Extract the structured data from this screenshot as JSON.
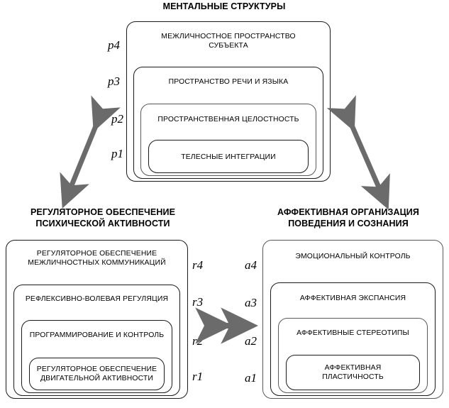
{
  "groups": {
    "mental": {
      "title": "МЕНТАЛЬНЫЕ СТРУКТУРЫ",
      "levels": [
        {
          "index": "p4",
          "label": "МЕЖЛИЧНОСТНОЕ ПРОСТРАНСТВО\nСУБЪЕКТА"
        },
        {
          "index": "p3",
          "label": "ПРОСТРАНСТВО РЕЧИ И ЯЗЫКА"
        },
        {
          "index": "p2",
          "label": "ПРОСТРАНСТВЕННАЯ ЦЕЛОСТНОСТЬ"
        },
        {
          "index": "p1",
          "label": "ТЕЛЕСНЫЕ ИНТЕГРАЦИИ"
        }
      ]
    },
    "regulatory": {
      "title": "РЕГУЛЯТОРНОЕ ОБЕСПЕЧЕНИЕ\nПСИХИЧЕСКОЙ АКТИВНОСТИ",
      "levels": [
        {
          "index": "r4",
          "label": "РЕГУЛЯТОРНОЕ ОБЕСПЕЧЕНИЕ\nМЕЖЛИЧНОСТНЫХ КОММУНИКАЦИЙ"
        },
        {
          "index": "r3",
          "label": "РЕФЛЕКСИВНО-ВОЛЕВАЯ  РЕГУЛЯЦИЯ"
        },
        {
          "index": "r2",
          "label": "ПРОГРАММИРОВАНИЕ И КОНТРОЛЬ"
        },
        {
          "index": "r1",
          "label": "РЕГУЛЯТОРНОЕ ОБЕСПЕЧЕНИЕ\nДВИГАТЕЛЬНОЙ АКТИВНОСТИ"
        }
      ]
    },
    "affective": {
      "title": "АФФЕКТИВНАЯ ОРГАНИЗАЦИЯ\nПОВЕДЕНИЯ И СОЗНАНИЯ",
      "levels": [
        {
          "index": "a4",
          "label": "ЭМОЦИОНАЛЬНЫЙ КОНТРОЛЬ"
        },
        {
          "index": "a3",
          "label": "АФФЕКТИВНАЯ ЭКСПАНСИЯ"
        },
        {
          "index": "a2",
          "label": "АФФЕКТИВНЫЕ СТЕРЕОТИПЫ"
        },
        {
          "index": "a1",
          "label": "АФФЕКТИВНАЯ\nПЛАСТИЧНОСТЬ"
        }
      ]
    }
  },
  "connectors": [
    {
      "name": "mental-regulatory",
      "kind": "double-headed-arrow"
    },
    {
      "name": "mental-affective",
      "kind": "double-headed-arrow"
    },
    {
      "name": "regulatory-affective",
      "kind": "double-headed-arrow"
    }
  ],
  "colors": {
    "stroke": "#1a1a1a",
    "stroke_inner": "#595959",
    "arrow": "#6b6b6b",
    "background": "#ffffff",
    "text": "#000000"
  }
}
